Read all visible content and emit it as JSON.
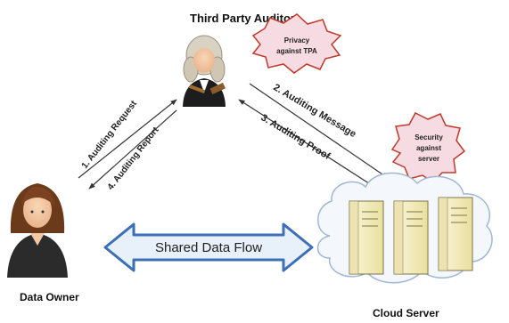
{
  "actors": {
    "auditor": "Third Party Auditor",
    "owner": "Data Owner",
    "server": "Cloud Server"
  },
  "badges": {
    "privacy": [
      "Privacy",
      "against TPA"
    ],
    "security": [
      "Security",
      "against",
      "server"
    ]
  },
  "flows": {
    "request": "1. Auditing Request",
    "message": "2. Auditing Message",
    "proof": "3. Auditing Proof",
    "report": "4. Auditing Report",
    "shared": "Shared Data Flow"
  },
  "colors": {
    "badge_fill": "#f7dbe2",
    "badge_stroke": "#c0392b",
    "shared_arrow_fill": "#e8f0fa",
    "shared_arrow_stroke": "#3d6fb6",
    "cloud_fill": "#f4f8fd",
    "cloud_stroke": "#9fb6d6",
    "server_fill": "#f6f0c8"
  }
}
